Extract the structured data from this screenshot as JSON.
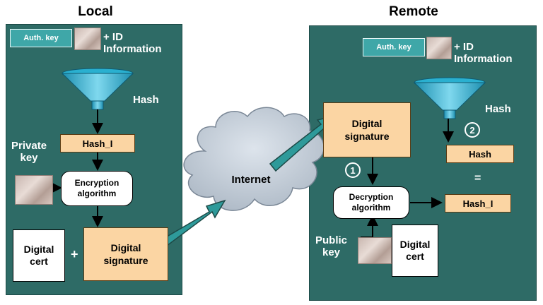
{
  "local": {
    "title": "Local",
    "auth_key": "Auth. key",
    "id_info": "+ ID\nInformation",
    "hash_label": "Hash",
    "hash_box": "Hash_I",
    "private_key": "Private\nkey",
    "encryption": "Encryption\nalgorithm",
    "digital_cert": "Digital\ncert",
    "plus": "+",
    "digital_signature": "Digital\nsignature"
  },
  "internet": {
    "label": "Internet"
  },
  "remote": {
    "title": "Remote",
    "auth_key": "Auth. key",
    "id_info": "+ ID\nInformation",
    "hash_label": "Hash",
    "digital_signature": "Digital\nsignature",
    "step1": "1",
    "step2": "2",
    "hash_box": "Hash",
    "equals": "=",
    "decryption": "Decryption\nalgorithm",
    "hash_i_box": "Hash_I",
    "public_key": "Public\nkey",
    "digital_cert": "Digital\ncert"
  },
  "colors": {
    "panel": "#2e6b66",
    "accent_teal": "#3fa7a8",
    "box_fill": "#fbd5a3",
    "cloud": "#c8d2dc"
  }
}
